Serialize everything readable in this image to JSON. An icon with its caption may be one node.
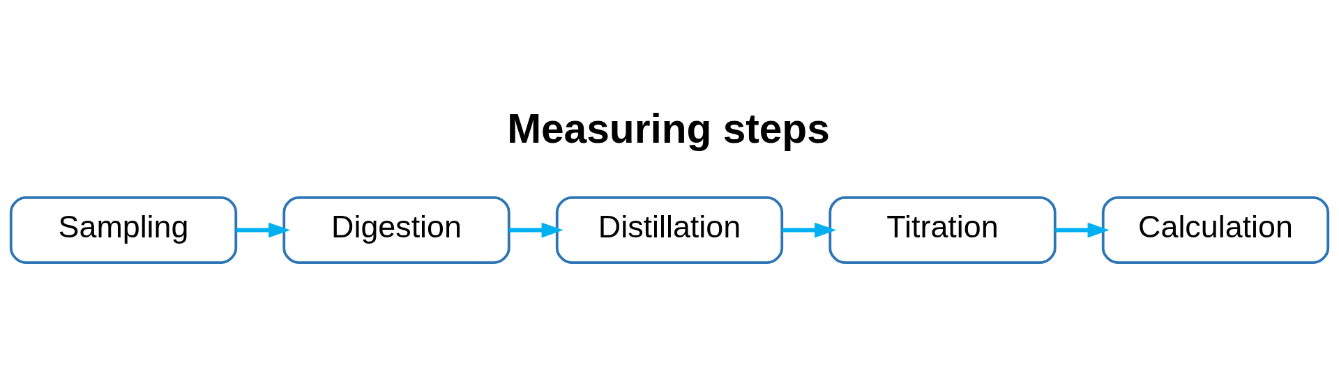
{
  "diagram": {
    "title": "Measuring steps",
    "nodes": [
      {
        "text": [
          "Sampling"
        ]
      },
      {
        "text": [
          "Digestion"
        ]
      },
      {
        "text": [
          "Distillation"
        ]
      },
      {
        "text": [
          "Titration"
        ]
      },
      {
        "text": [
          "Calculation"
        ]
      }
    ],
    "edges": [
      {
        "from": 0,
        "to": 1,
        "arrow": "to"
      },
      {
        "from": 1,
        "to": 2,
        "arrow": "to"
      },
      {
        "from": 2,
        "to": 3,
        "arrow": "to"
      },
      {
        "from": 3,
        "to": 4,
        "arrow": "to"
      }
    ]
  }
}
